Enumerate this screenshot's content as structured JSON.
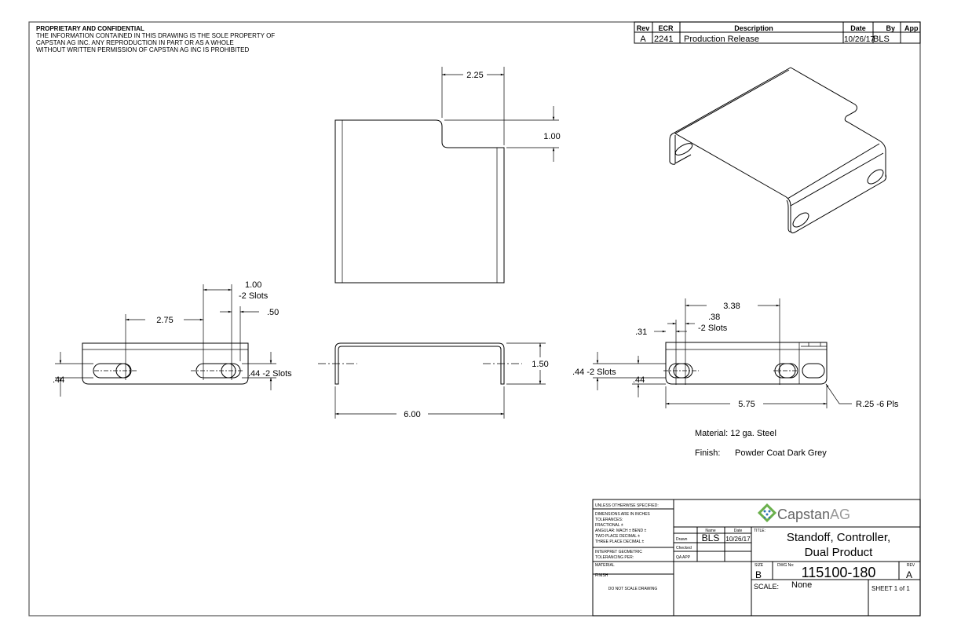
{
  "notice": {
    "heading": "PROPRIETARY AND CONFIDENTIAL",
    "lines": [
      "THE INFORMATION CONTAINED IN THIS DRAWING IS THE SOLE PROPERTY OF",
      "CAPSTAN AG INC. ANY REPRODUCTION IN PART OR AS A WHOLE",
      "WITHOUT WRITTEN PERMISSION OF CAPSTAN AG INC IS PROHIBITED"
    ]
  },
  "revision_table": {
    "headers": [
      "Rev",
      "ECR",
      "Description",
      "Date",
      "By",
      "App"
    ],
    "rows": [
      {
        "rev": "A",
        "ecr": "2241",
        "description": "Production Release",
        "date": "10/26/17",
        "by": "BLS",
        "app": ""
      }
    ]
  },
  "views": {
    "flat": {
      "width_dim": "2.25",
      "notch_dim": "1.00"
    },
    "front": {
      "height_dim": "1.50",
      "width_dim": "6.00"
    },
    "left_side": {
      "slot_len": "1.00",
      "slot_len_note": "-2 Slots",
      "slot_pos": "2.75",
      "edge": ".50",
      "slot_height": ".44 -2 Slots",
      "slot_offset": ".44"
    },
    "right_side": {
      "slot_spacing": "3.38",
      "slot_width": ".38",
      "slot_width_note": "-2 Slots",
      "edge": ".31",
      "slot_height": ".44 -2 Slots",
      "slot_offset": ".44",
      "overall": "5.75",
      "radius": "R.25 -6 Pls"
    }
  },
  "notes": {
    "material": "Material: 12 ga. Steel",
    "finish_label": "Finish:",
    "finish_value": "Powder Coat Dark Grey"
  },
  "title_block": {
    "unless": "UNLESS OTHERWISE SPECIFIED:",
    "tolerances": [
      "DIMENSIONS ARE IN INCHES",
      "TOLERANCES:",
      "FRACTIONAL ±",
      "ANGULAR: MACH ±    BEND ±",
      "TWO PLACE DECIMAL    ±",
      "THREE PLACE DECIMAL  ±"
    ],
    "interpret": [
      "INTERPRET GEOMETRIC",
      "TOLERANCING PER:"
    ],
    "material_label": "MATERIAL",
    "finish_label": "FINISH",
    "do_not_scale": "DO NOT SCALE DRAWING",
    "name_header": "Name",
    "date_header": "Date",
    "drawn_label": "Drawn",
    "drawn_name": "BLS",
    "drawn_date": "10/26/17",
    "checked_label": "Checked",
    "qa_label": "QA APP",
    "logo_text_1": "Capstan",
    "logo_text_2": "AG",
    "title_label": "TITLE:",
    "title_line1": "Standoff, Controller,",
    "title_line2": "Dual Product",
    "size_label": "SIZE",
    "size": "B",
    "dwg_label": "DWG No:",
    "dwg_no": "115100-180",
    "rev_label": "REV",
    "rev": "A",
    "scale_label": "SCALE:",
    "scale": "None",
    "sheet": "SHEET 1 of 1"
  },
  "colors": {
    "logo_green": "#6ab04c",
    "logo_blue": "#2e75b6",
    "logo_text": "#666666"
  }
}
